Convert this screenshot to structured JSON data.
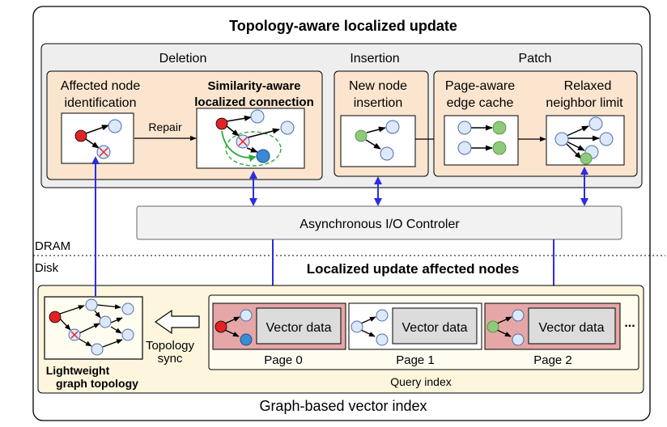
{
  "title": "Topology-aware localized update",
  "footer": "Graph-based vector index",
  "deletion": {
    "section_label": "Deletion",
    "step1_line1": "Affected node",
    "step1_line2": "identification",
    "step2_line1": "Similarity-aware",
    "step2_line2": "localized connection",
    "repair_label": "Repair"
  },
  "insertion": {
    "section_label": "Insertion",
    "step_line1": "New node",
    "step_line2": "insertion"
  },
  "patch": {
    "section_label": "Patch",
    "step1_line1": "Page-aware",
    "step1_line2": "edge cache",
    "step2_line1": "Relaxed",
    "step2_line2": "neighbor limit"
  },
  "io_controller": "Asynchronous I/O Controler",
  "dram_label": "DRAM",
  "disk_label": "Disk",
  "update_label": "Localized update affected nodes",
  "topology": {
    "line1": "Lightweight",
    "line2": "graph  topology"
  },
  "sync": {
    "line1": "Topology",
    "line2": "sync"
  },
  "pages": [
    {
      "label": "Page 0",
      "vector": "Vector data"
    },
    {
      "label": "Page 1",
      "vector": "Vector data"
    },
    {
      "label": "Page 2",
      "vector": "Vector data"
    }
  ],
  "ellipsis": "...",
  "query_index": "Query index",
  "colors": {
    "red_node": "#e02424",
    "blue_node": "#dde8f8",
    "green_node": "#8fc97a",
    "dark_blue_node": "#3a8ad6",
    "peach": "#fbe5cf",
    "grey_panel": "#eeeeee",
    "cream": "#fdf6dc",
    "page_red": "#e4a6a6",
    "arrow_blue": "#2c2ce0"
  }
}
